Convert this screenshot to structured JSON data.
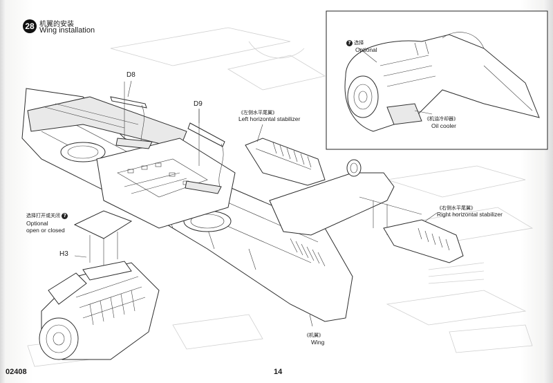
{
  "step": {
    "number": "28",
    "title_zh": "机翼的安装",
    "title_en": "Wing installation"
  },
  "parts": {
    "d8": "D8",
    "d9": "D9",
    "h3": "H3"
  },
  "callouts": {
    "left_stabilizer_zh": "《左侧水平尾翼》",
    "left_stabilizer_en": "Left horizontal stabilizer",
    "right_stabilizer_zh": "《右侧水平尾翼》",
    "right_stabilizer_en": "Right horizontal stabilizer",
    "wing_zh": "《机翼》",
    "wing_en": "Wing",
    "optional_open_closed_zh": "选择打开或关闭",
    "optional_open_closed_en_1": "Optional",
    "optional_open_closed_en_2": "open or closed",
    "inset_optional_zh": "选择",
    "inset_optional_en": "Optional",
    "oil_cooler_zh": "《机油冷却器》",
    "oil_cooler_en": "Oil cooler",
    "q_mark": "?"
  },
  "footer": {
    "code": "02408",
    "page": "14"
  }
}
